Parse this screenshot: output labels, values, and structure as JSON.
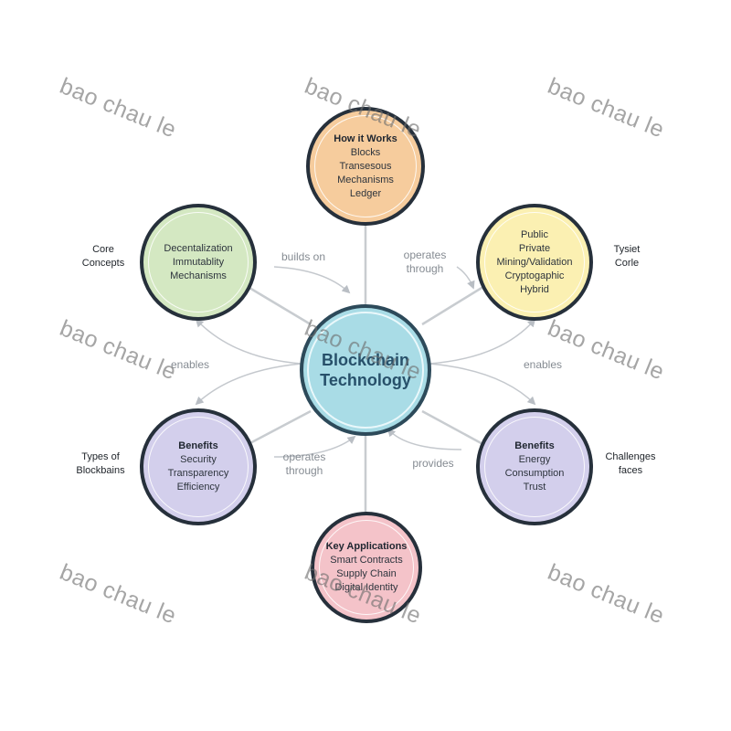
{
  "center": {
    "title_line1": "Blockchain",
    "title_line2": "Technology",
    "color": "#a9dce6"
  },
  "nodes": {
    "top": {
      "title": "How it Works",
      "lines": [
        "Blocks",
        "Transesous",
        "Mechanisms",
        "Ledger"
      ],
      "color": "#f6cc9d"
    },
    "upper_left": {
      "title": "",
      "lines": [
        "Decentalization",
        "Immutablity",
        "Mechanisms"
      ],
      "color": "#d4e8c2"
    },
    "upper_right": {
      "title": "",
      "lines": [
        "Public",
        "Private",
        "Mining/Validation",
        "Cryptogaphic",
        "Hybrid"
      ],
      "color": "#fbf0b2"
    },
    "lower_left": {
      "title": "Benefits",
      "lines": [
        "Security",
        "Transparency",
        "Efficiency"
      ],
      "color": "#d3cfec"
    },
    "lower_right": {
      "title": "Benefits",
      "lines": [
        "Energy",
        "Consumption",
        "Trust"
      ],
      "color": "#d3cfec"
    },
    "bottom": {
      "title": "Key Applications",
      "lines": [
        "Smart Contracts",
        "Supply Chain",
        "Digital Identity"
      ],
      "color": "#f4c3c9"
    }
  },
  "side_labels": {
    "core_concepts": [
      "Core",
      "Concepts"
    ],
    "tysiet_corle": [
      "Tysiet",
      "Corle"
    ],
    "types_of_blockchains": [
      "Types of",
      "Blockbains"
    ],
    "challenges_faces": [
      "Challenges",
      "faces"
    ]
  },
  "edge_labels": {
    "builds_on": "builds on",
    "operates_through_top": [
      "operates",
      "through"
    ],
    "enables_left": "enables",
    "enables_right": "enables",
    "operates_through_bottom": [
      "operates",
      "through"
    ],
    "provides": "provides"
  },
  "watermark": "bao chau le"
}
